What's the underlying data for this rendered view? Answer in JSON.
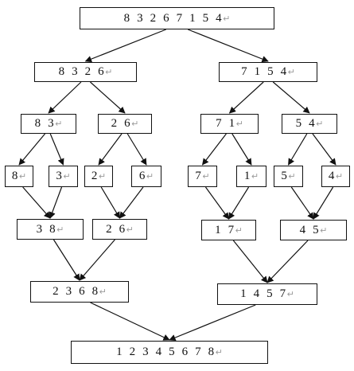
{
  "colors": {
    "stroke": "#111111",
    "paragraph_mark": "#9a9a9a",
    "background": "#ffffff"
  },
  "paragraph_mark_icon": "return-arrow-icon",
  "nodes": [
    {
      "id": "n0",
      "text": "8  3  2  6  7  1  5  4",
      "mark": "↵"
    },
    {
      "id": "n1",
      "text": "8  3  2  6",
      "mark": "↵"
    },
    {
      "id": "n2",
      "text": "7  1  5  4",
      "mark": "↵"
    },
    {
      "id": "n3",
      "text": "8  3",
      "mark": "↵"
    },
    {
      "id": "n4",
      "text": "2  6",
      "mark": "↵"
    },
    {
      "id": "n5",
      "text": "7  1",
      "mark": "↵"
    },
    {
      "id": "n6",
      "text": "5  4",
      "mark": "↵"
    },
    {
      "id": "n7",
      "text": "8",
      "mark": "↵"
    },
    {
      "id": "n8",
      "text": "3",
      "mark": "↵"
    },
    {
      "id": "n9",
      "text": "2",
      "mark": "↵"
    },
    {
      "id": "n10",
      "text": "6",
      "mark": "↵"
    },
    {
      "id": "n11",
      "text": "7",
      "mark": "↵"
    },
    {
      "id": "n12",
      "text": "1",
      "mark": "↵"
    },
    {
      "id": "n13",
      "text": "5",
      "mark": "↵"
    },
    {
      "id": "n14",
      "text": "4",
      "mark": "↵"
    },
    {
      "id": "n15",
      "text": "3  8",
      "mark": "↵"
    },
    {
      "id": "n16",
      "text": "2  6",
      "mark": "↵"
    },
    {
      "id": "n17",
      "text": "1  7",
      "mark": "↵"
    },
    {
      "id": "n18",
      "text": "4  5",
      "mark": "↵"
    },
    {
      "id": "n19",
      "text": "2  3  6  8",
      "mark": "↵"
    },
    {
      "id": "n20",
      "text": "1  4  5  7",
      "mark": "↵"
    },
    {
      "id": "n21",
      "text": "1  2  3  4  5  6  7  8",
      "mark": "↵"
    }
  ],
  "edges": [
    {
      "from": "n0",
      "to": "n1"
    },
    {
      "from": "n0",
      "to": "n2"
    },
    {
      "from": "n1",
      "to": "n3"
    },
    {
      "from": "n1",
      "to": "n4"
    },
    {
      "from": "n2",
      "to": "n5"
    },
    {
      "from": "n2",
      "to": "n6"
    },
    {
      "from": "n3",
      "to": "n7"
    },
    {
      "from": "n3",
      "to": "n8"
    },
    {
      "from": "n4",
      "to": "n9"
    },
    {
      "from": "n4",
      "to": "n10"
    },
    {
      "from": "n5",
      "to": "n11"
    },
    {
      "from": "n5",
      "to": "n12"
    },
    {
      "from": "n6",
      "to": "n13"
    },
    {
      "from": "n6",
      "to": "n14"
    },
    {
      "from": "n7",
      "to": "n15"
    },
    {
      "from": "n8",
      "to": "n15"
    },
    {
      "from": "n9",
      "to": "n16"
    },
    {
      "from": "n10",
      "to": "n16"
    },
    {
      "from": "n11",
      "to": "n17"
    },
    {
      "from": "n12",
      "to": "n17"
    },
    {
      "from": "n13",
      "to": "n18"
    },
    {
      "from": "n14",
      "to": "n18"
    },
    {
      "from": "n15",
      "to": "n19"
    },
    {
      "from": "n16",
      "to": "n19"
    },
    {
      "from": "n17",
      "to": "n20"
    },
    {
      "from": "n18",
      "to": "n20"
    },
    {
      "from": "n19",
      "to": "n21"
    },
    {
      "from": "n20",
      "to": "n21"
    }
  ]
}
